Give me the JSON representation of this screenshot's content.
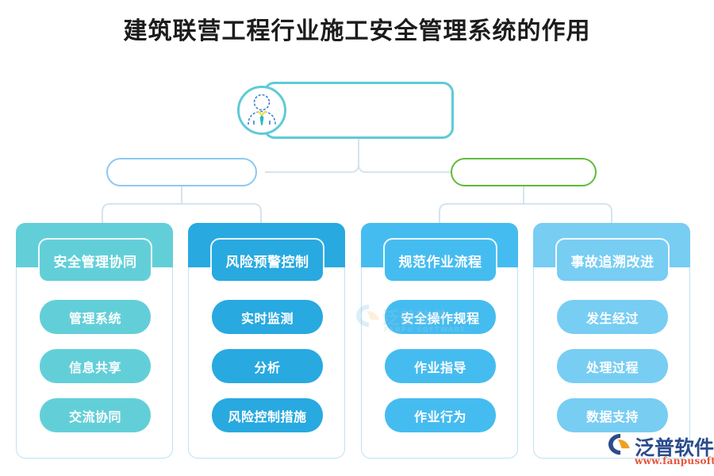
{
  "page": {
    "title": "建筑联营工程行业施工安全管理系统的作用"
  },
  "root": {
    "label": "",
    "icon": "person-tie-icon",
    "border_color": "#5ECBD6"
  },
  "branches": [
    {
      "label": "",
      "side": "left",
      "border_color": "#8CC8F2"
    },
    {
      "label": "",
      "side": "right",
      "border_color": "#5FBB38"
    }
  ],
  "columns": [
    {
      "header": "安全管理协同",
      "color": "#62CFD8",
      "items": [
        "管理系统",
        "信息共享",
        "交流协同"
      ]
    },
    {
      "header": "风险预警控制",
      "color": "#28A9E0",
      "items": [
        "实时监测",
        "分析",
        "风险控制措施"
      ]
    },
    {
      "header": "规范作业流程",
      "color": "#45BCF0",
      "items": [
        "安全操作规程",
        "作业指导",
        "作业行为"
      ]
    },
    {
      "header": "事故追溯改进",
      "color": "#78CDF3",
      "items": [
        "发生经过",
        "处理过程",
        "数据支持"
      ]
    }
  ],
  "watermark": {
    "text": "泛普软件",
    "subtext": "FANPU SOFTWARE"
  },
  "logo": {
    "text": "泛普软件",
    "url": "www.fanpusoft.com",
    "mark_color": "#2B4C8C",
    "accent_color": "#F0A023"
  },
  "connector_color": "#D6E3EF"
}
